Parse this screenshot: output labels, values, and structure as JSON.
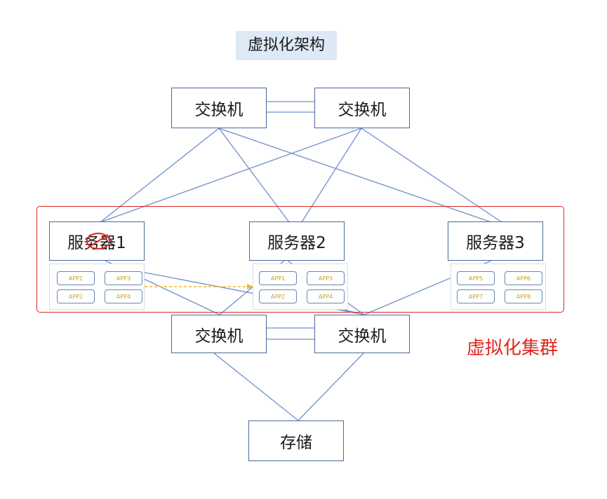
{
  "title": "虚拟化架构",
  "switches_top": [
    "交换机",
    "交换机"
  ],
  "servers": [
    "服务器1",
    "服务器2",
    "服务器3"
  ],
  "apps": {
    "server1": [
      "APP1",
      "APP3",
      "APP2",
      "APP4"
    ],
    "server2": [
      "APP1",
      "APP3",
      "APP2",
      "APP4"
    ],
    "server3": [
      "APP5",
      "APP6",
      "APP7",
      "APP8"
    ]
  },
  "switches_bottom": [
    "交换机",
    "交换机"
  ],
  "storage": "存储",
  "cluster_label": "虚拟化集群",
  "colors": {
    "line": "#6f8fc9",
    "cluster": "#e0261e",
    "app_text": "#c9a227",
    "migration_arrow": "#f2b824"
  }
}
